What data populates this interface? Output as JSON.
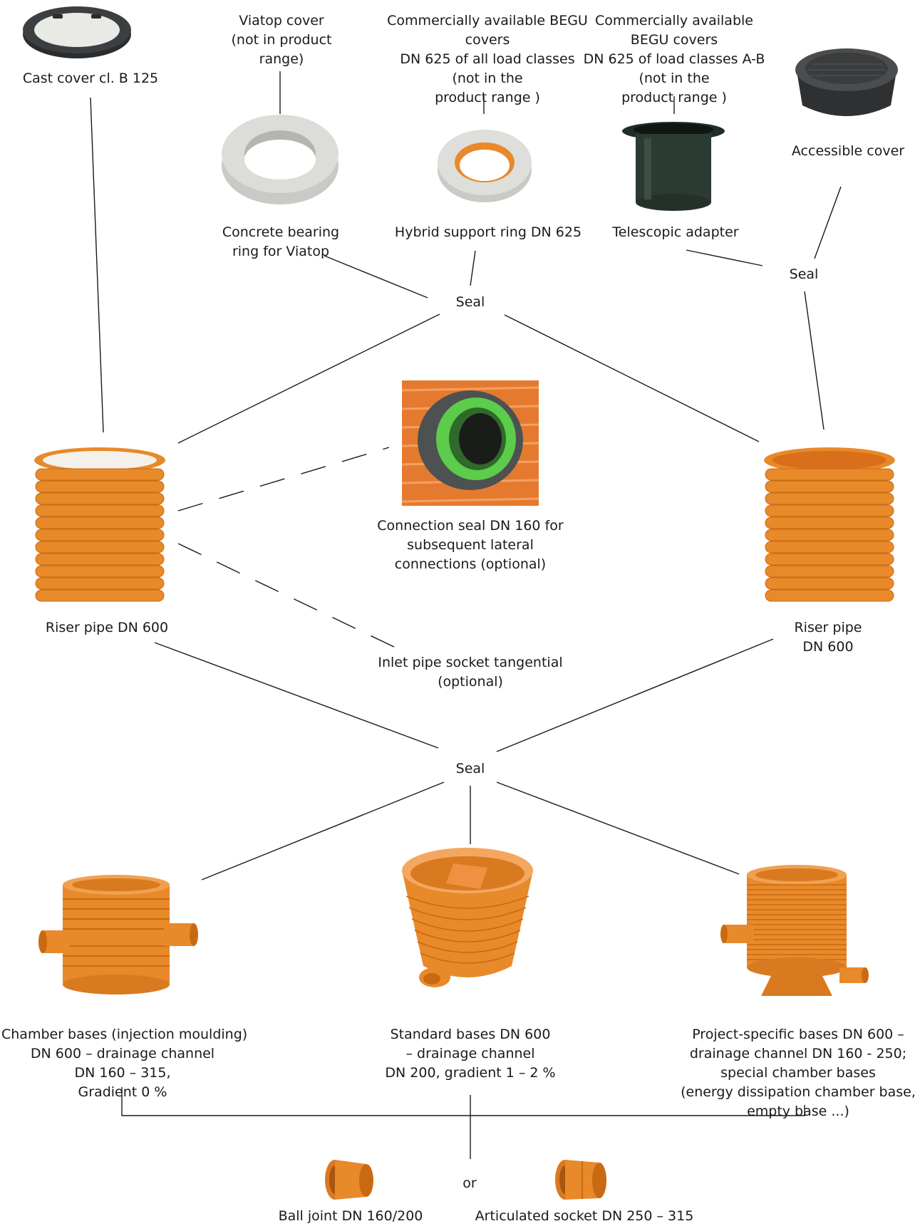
{
  "components": {
    "cast_cover": [
      "Cast cover cl. B 125"
    ],
    "viatop_cover": [
      "Viatop cover",
      "(not in product",
      "range)"
    ],
    "begu_all_classes": [
      "Commercially available BEGU",
      "covers",
      "DN 625 of all load classes",
      "(not in the",
      "product range )"
    ],
    "begu_ab_classes": [
      "Commercially available",
      "BEGU covers",
      "DN 625 of load classes A-B",
      "(not in the",
      "product range )"
    ],
    "accessible_cover": [
      "Accessible cover"
    ],
    "concrete_ring": [
      "Concrete bearing",
      "ring for Viatop"
    ],
    "hybrid_ring": [
      "Hybrid support ring DN 625"
    ],
    "telescopic_adapter": [
      "Telescopic adapter"
    ],
    "connection_seal": [
      "Connection seal DN 160 for",
      "subsequent lateral",
      "connections (optional)"
    ],
    "riser_left": [
      "Riser pipe DN 600"
    ],
    "riser_right": [
      "Riser pipe",
      "DN 600"
    ],
    "inlet_socket": [
      "Inlet pipe socket tangential",
      "(optional)"
    ],
    "chamber_bases": [
      "Chamber bases (injection moulding)",
      "DN 600 – drainage channel",
      "DN 160 – 315,",
      "Gradient 0 %"
    ],
    "standard_bases": [
      "Standard bases DN 600",
      "– drainage channel",
      "DN 200, gradient 1 – 2 %"
    ],
    "project_bases": [
      "Project-specific bases DN 600 –",
      "drainage channel DN 160 - 250;",
      "special chamber bases",
      "(energy dissipation chamber base,",
      "empty base ...)"
    ],
    "ball_joint": [
      "Ball joint DN 160/200"
    ],
    "articulated_socket": [
      "Articulated socket DN 250 – 315"
    ]
  },
  "connectors": {
    "seal_upper": "Seal",
    "seal_right": "Seal",
    "seal_lower": "Seal",
    "or": "or"
  },
  "colors": {
    "pvc_orange": "#e8892a",
    "pvc_orange_dark": "#c96a12",
    "pvc_orange_light": "#f5b46a",
    "concrete_grey": "#d9d9d6",
    "cover_black": "#2a2c2e",
    "seal_green": "#5ccc4a",
    "line": "#1a1a1a"
  }
}
